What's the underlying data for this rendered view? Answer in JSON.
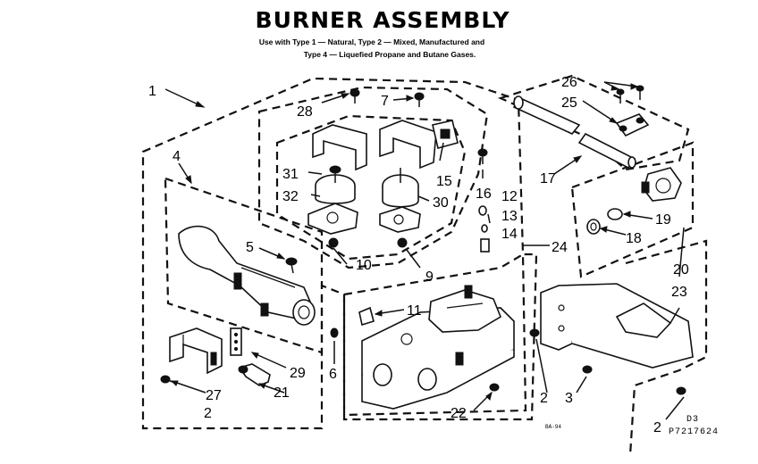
{
  "header": {
    "title": "BURNER ASSEMBLY",
    "subtitle_line1": "Use with Type 1 — Natural, Type 2 — Mixed, Manufactured and",
    "subtitle_line2": "Type 4 — Liquefied Propane and Butane Gases."
  },
  "callouts": {
    "c1": "1",
    "c2a": "2",
    "c2b": "2",
    "c2c": "2",
    "c3": "3",
    "c4": "4",
    "c5": "5",
    "c6": "6",
    "c7": "7",
    "c9": "9",
    "c10": "10",
    "c11": "11",
    "c12": "12",
    "c13": "13",
    "c14": "14",
    "c15": "15",
    "c16": "16",
    "c17": "17",
    "c18": "18",
    "c19": "19",
    "c20": "20",
    "c21": "21",
    "c22": "22",
    "c23": "23",
    "c24": "24",
    "c25": "25",
    "c26": "26",
    "c27": "27",
    "c28": "28",
    "c29": "29",
    "c30": "30",
    "c31": "31",
    "c32": "32"
  },
  "footer": {
    "code_d3": "D3",
    "code_part": "P7217624",
    "small_mark": "BA-94"
  }
}
